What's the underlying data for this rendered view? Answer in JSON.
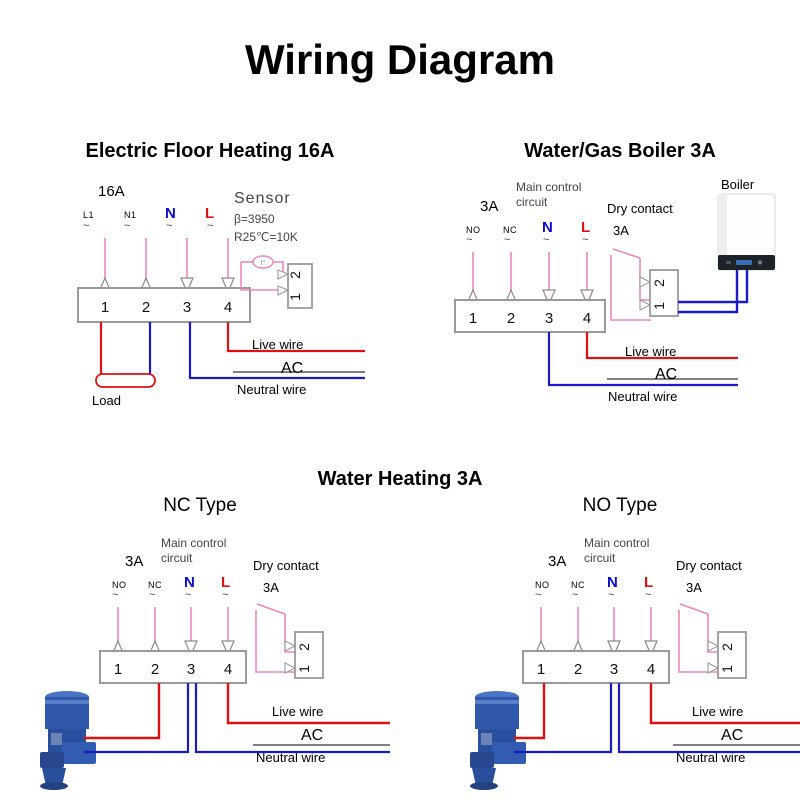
{
  "document": {
    "title": "Wiring Diagram"
  },
  "colors": {
    "live_wire": "#e01010",
    "neutral_wire": "#1a1ac8",
    "signal_wire": "#ef86bd",
    "terminal_outline": "#9a9a9a",
    "pump_body": "#2a52a8",
    "boiler_body": "#ffffff",
    "text": "#000000"
  },
  "common": {
    "terminal_numbers": [
      "1",
      "2",
      "3",
      "4"
    ],
    "dry_contact_numbers": [
      "2",
      "1"
    ],
    "live_wire_label": "Live wire",
    "neutral_wire_label": "Neutral wire",
    "ac_label": "AC",
    "main_control_circuit": "Main control\ncircuit",
    "main_control_line1": "Main control",
    "main_control_line2": "circuit",
    "dry_contact_label": "Dry contact",
    "dry_contact_rating": "3A",
    "n_label": "N",
    "l_label": "L",
    "tilde": "~"
  },
  "panels": [
    {
      "id": "electric-floor-heating",
      "title": "Electric Floor Heating 16A",
      "rating": "16A",
      "terminal_labels": [
        "L1",
        "N1",
        "N",
        "L"
      ],
      "terminal_numbers": [
        "1",
        "2",
        "3",
        "4"
      ],
      "sensor": {
        "name": "Sensor",
        "beta": "β=3950",
        "resistance": "R25℃=10K",
        "numbers": [
          "2",
          "1"
        ]
      },
      "load_label": "Load",
      "live_wire_label": "Live wire",
      "ac_label": "AC",
      "neutral_wire_label": "Neutral wire"
    },
    {
      "id": "water-gas-boiler",
      "title": "Water/Gas Boiler 3A",
      "rating": "3A",
      "terminal_labels": [
        "NO",
        "NC",
        "N",
        "L"
      ],
      "terminal_numbers": [
        "1",
        "2",
        "3",
        "4"
      ],
      "main_control_line1": "Main control",
      "main_control_line2": "circuit",
      "dry_contact_label": "Dry contact",
      "dry_contact_rating": "3A",
      "dry_contact_numbers": [
        "2",
        "1"
      ],
      "appliance_label": "Boiler",
      "live_wire_label": "Live wire",
      "ac_label": "AC",
      "neutral_wire_label": "Neutral wire"
    },
    {
      "id": "water-heating-nc",
      "group_title": "Water Heating 3A",
      "title": "NC Type",
      "rating": "3A",
      "terminal_labels": [
        "NO",
        "NC",
        "N",
        "L"
      ],
      "terminal_numbers": [
        "1",
        "2",
        "3",
        "4"
      ],
      "main_control_line1": "Main control",
      "main_control_line2": "circuit",
      "dry_contact_label": "Dry contact",
      "dry_contact_rating": "3A",
      "dry_contact_numbers": [
        "2",
        "1"
      ],
      "live_wire_label": "Live wire",
      "ac_label": "AC",
      "neutral_wire_label": "Neutral wire"
    },
    {
      "id": "water-heating-no",
      "title": "NO Type",
      "rating": "3A",
      "terminal_labels": [
        "NO",
        "NC",
        "N",
        "L"
      ],
      "terminal_numbers": [
        "1",
        "2",
        "3",
        "4"
      ],
      "main_control_line1": "Main control",
      "main_control_line2": "circuit",
      "dry_contact_label": "Dry contact",
      "dry_contact_rating": "3A",
      "dry_contact_numbers": [
        "2",
        "1"
      ],
      "live_wire_label": "Live wire",
      "ac_label": "AC",
      "neutral_wire_label": "Neutral wire"
    }
  ]
}
